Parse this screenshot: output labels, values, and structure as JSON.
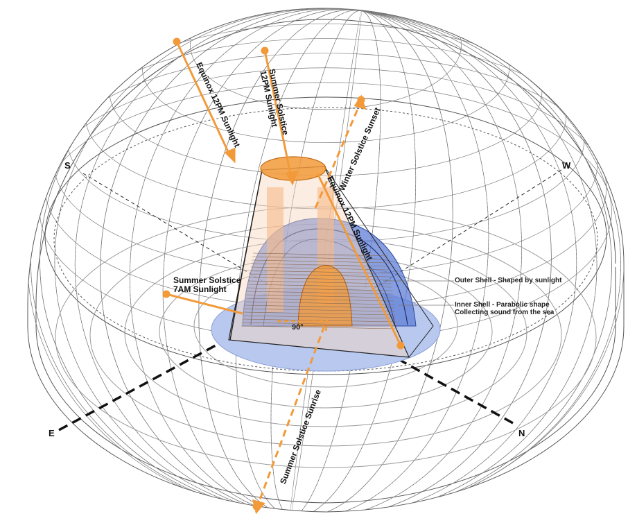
{
  "compass": {
    "south": "S",
    "west": "W",
    "east": "E",
    "north": "N"
  },
  "rays": {
    "equinox_noon": "Equinox 12PM Sunlight",
    "summer_noon": "Summer Solstice\n12PM Sunlight",
    "winter_sunset": "Winter Solstice Sunset",
    "equinox_noon_tower": "Equinox 12PM Sunlight",
    "summer_7am": "Summer Solstice\n7AM Sunlight",
    "summer_sunrise": "Summer Solstice Sunrise"
  },
  "annotations": {
    "outer_shell": "Outer Shell - Shaped by sunlight",
    "inner_shell": "Inner Shell - Parabolic shape\nCollecting sound from the sea",
    "angle": "90°"
  },
  "colors": {
    "sun_orange": "#f29a3a",
    "shell_orange": "#f7b98a",
    "inner_blue": "#5f7fd6",
    "ground_blue": "#b8c8ef",
    "wire": "#6a6a6a"
  }
}
